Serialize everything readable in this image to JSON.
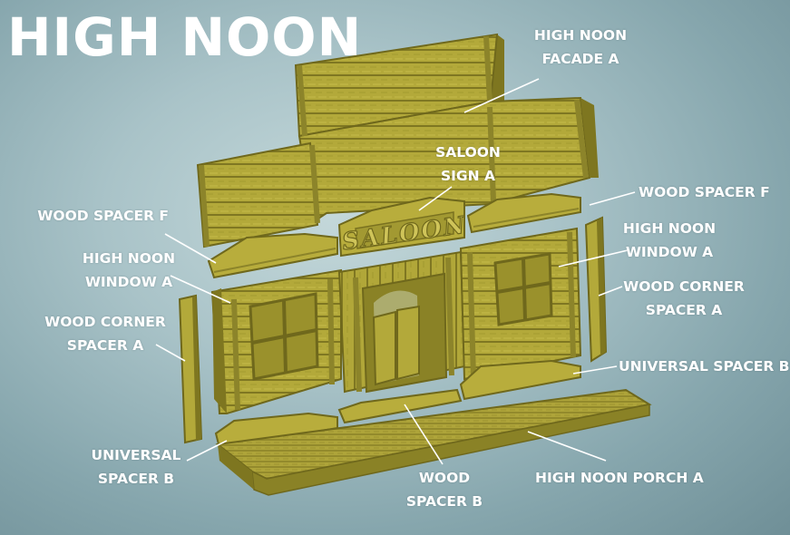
{
  "title": "HIGH NOON",
  "model_color": "#b8ad3c",
  "labels": {
    "facade": "HIGH NOON\nFACADE A",
    "saloon_sign": "SALOON\nSIGN A",
    "sign_text": "SALOON",
    "wood_spacer_f_left": "WOOD SPACER F",
    "wood_spacer_f_right": "WOOD SPACER F",
    "window_left": "HIGH NOON\nWINDOW A",
    "window_right": "HIGH NOON\nWINDOW A",
    "corner_left": "WOOD CORNER\nSPACER A",
    "corner_right": "WOOD CORNER\nSPACER A",
    "universal_left": "UNIVERSAL\nSPACER B",
    "universal_right": "UNIVERSAL SPACER B",
    "wood_spacer_b": "WOOD\nSPACER B",
    "porch": "HIGH NOON PORCH A"
  }
}
